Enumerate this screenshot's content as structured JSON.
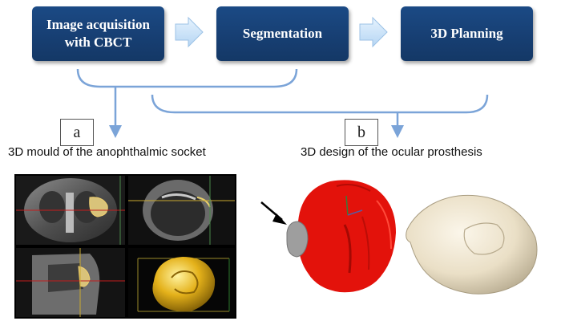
{
  "workflow": {
    "steps": [
      {
        "label": "Image acquisition\nwith CBCT"
      },
      {
        "label": "Segmentation"
      },
      {
        "label": "3D Planning"
      }
    ]
  },
  "branches": {
    "a": {
      "tag": "a",
      "caption": "3D mould of the anophthalmic socket"
    },
    "b": {
      "tag": "b",
      "caption": "3D design of the ocular prosthesis"
    }
  },
  "colors": {
    "box_fill": "#173f73",
    "connector": "#7ba4d8",
    "arrow_fill": "#cfe6fb",
    "prosthesis_red": "#e3120b",
    "prosthesis_beige": "#eee5cf",
    "mould_gold": "#e7b21a"
  }
}
